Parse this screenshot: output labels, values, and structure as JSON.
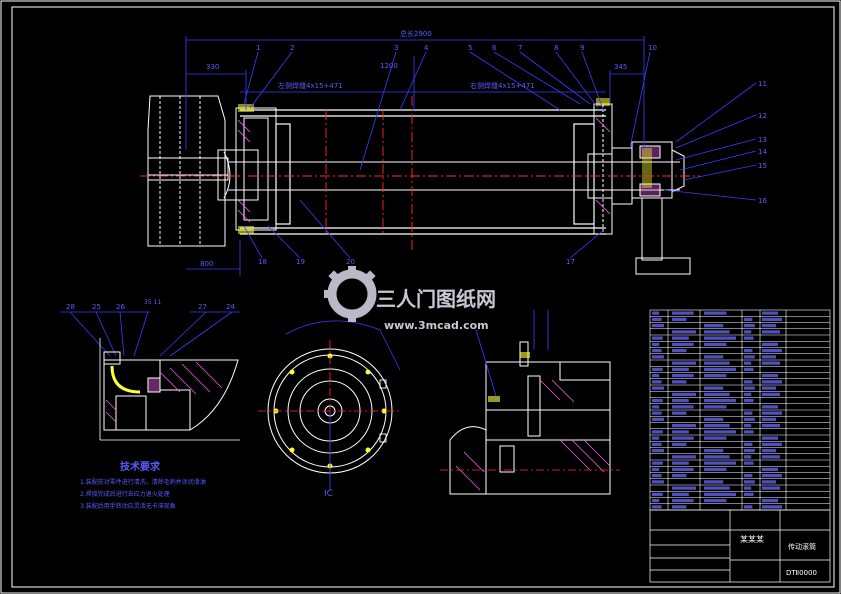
{
  "drawing": {
    "dims": {
      "overall": "总长2900",
      "left_offset": "330",
      "center": "1200",
      "right_offset": "345",
      "left_weld": "左侧焊缝4x15+471",
      "right_weld": "右侧焊缝4x15+471",
      "bottom_left": "800",
      "detail_top": "35 11"
    },
    "part_numbers_top": [
      "1",
      "2",
      "3",
      "4",
      "5",
      "6",
      "7",
      "8",
      "9",
      "10"
    ],
    "part_numbers_right": [
      "11",
      "12",
      "13",
      "14",
      "15",
      "16"
    ],
    "part_numbers_bottom": [
      "18",
      "19",
      "20",
      "17"
    ],
    "part_numbers_detail": [
      "28",
      "25",
      "26",
      "27",
      "24"
    ],
    "section_label": "IC",
    "tech_title": "技术要求",
    "tech_notes": [
      "1.装配前对零件进行清洗，清除毛刺并涂润滑油",
      "2.焊接完成后进行去应力退火处理",
      "3.装配后用手转动应灵活无卡滞现象"
    ],
    "title_block": {
      "name": "传动滚筒",
      "code": "DTⅡ0000",
      "company": "某某某"
    },
    "watermark": {
      "brand": "三人门图纸网",
      "url": "www.3mcad.com"
    }
  },
  "colors": {
    "background": "#000000",
    "line": "#ffffff",
    "dim": "#3b3bff",
    "center": "#ff2a2a",
    "hatch": "#ff66ff",
    "yellow": "#ffff33"
  }
}
